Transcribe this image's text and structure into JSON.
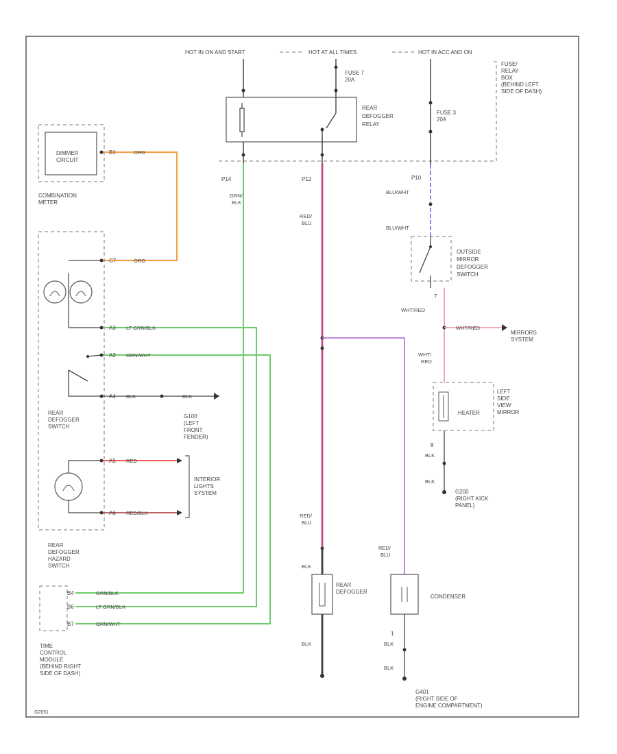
{
  "bus": {
    "hot_run_start": "HOT IN ON AND START",
    "hot_all_times": "HOT AT ALL TIMES",
    "hot_acc_on": "HOT IN ACC AND ON"
  },
  "fuse7": {
    "name": "FUSE 7",
    "rating": "20A"
  },
  "fuse3": {
    "name": "FUSE 3",
    "rating": "20A"
  },
  "fuse_relay_box": [
    "FUSE/",
    "RELAY",
    "BOX",
    "(BEHIND LEFT",
    "SIDE OF DASH)"
  ],
  "relay": [
    "REAR",
    "DEFOGGER",
    "RELAY"
  ],
  "dimmer": [
    "DIMMER",
    "CIRCUIT"
  ],
  "combination_meter": [
    "COMBINATION",
    "METER"
  ],
  "rear_defogger_switch": [
    "REAR",
    "DEFOGGER",
    "SWITCH"
  ],
  "rear_defogger_hazard_switch": [
    "REAR",
    "DEFOGGER",
    "HAZARD",
    "SWITCH"
  ],
  "time_control_module": [
    "TIME",
    "CONTROL",
    "MODULE",
    "(BEHIND RIGHT",
    "SIDE OF DASH)"
  ],
  "ground_left_fender": [
    "G100",
    "(LEFT",
    "FRONT",
    "FENDER)"
  ],
  "interior_lights": [
    "INTERIOR",
    "LIGHTS",
    "SYSTEM"
  ],
  "outside_mirror_switch": [
    "OUTSIDE",
    "MIRROR",
    "DEFOGGER",
    "SWITCH"
  ],
  "mirrors_system": [
    "MIRRORS",
    "SYSTEM"
  ],
  "left_mirror": [
    "LEFT",
    "SIDE",
    "VIEW",
    "MIRROR"
  ],
  "heater": "HEATER",
  "ground_right_kick": [
    "G200",
    "(RIGHT KICK",
    "PANEL)"
  ],
  "rear_defogger": [
    "REAR",
    "DEFOGGER"
  ],
  "condenser": "CONDENSER",
  "ground_engine": [
    "G401",
    "(RIGHT SIDE OF",
    "ENGINE COMPARTMENT)"
  ],
  "connectors": {
    "p14": "P14",
    "p12": "P12",
    "p10": "P10"
  },
  "pins": {
    "b1": "B1",
    "c7": "C7",
    "a3": "A3",
    "a2": "A2",
    "a4": "A4",
    "a5": "A5",
    "a6": "A6",
    "b4": "B4",
    "b6": "B6",
    "b7": "B7",
    "m7": "7",
    "m8": "8",
    "c1": "1"
  },
  "wires": {
    "org": "ORG",
    "grn_blk": [
      "GRN/",
      "BLK"
    ],
    "red_blu": [
      "RED/",
      "BLU"
    ],
    "blu_wht": "BLU/WHT",
    "lt_grn_blk": "LT GRN/BLK",
    "grn_wht": "GRN/WHT",
    "blk": "BLK",
    "red": "RED",
    "red_blk": "RED/BLK",
    "wht_red": "WHT/RED",
    "wht_red2": [
      "WHT/",
      "RED"
    ],
    "grn_blk_line": "GRN/BLK",
    "blk_r": "BLK"
  },
  "footer_code": "G2051"
}
